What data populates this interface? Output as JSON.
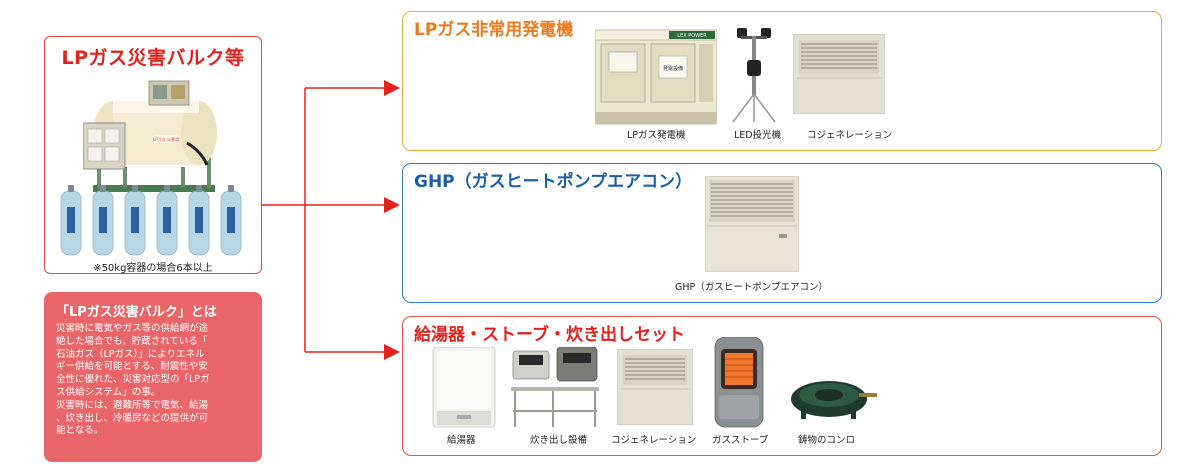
{
  "source": {
    "title": "LPガス災害バルク等",
    "caption": "※50kg容器の場合6本以上",
    "tank_plate_text": "LPガス 災害用"
  },
  "info": {
    "title": "「LPガス災害バルク」とは",
    "lines": [
      "災害時に電気やガス等の供給網が途",
      "絶した場合でも、貯蔵されている「",
      "石油ガス（LPガス）」によりエネル",
      "ギー供給を可能とする、耐震性や安",
      "全性に優れた、災害対応型の「LPガ",
      "ス供給システム」の事。",
      "災害時には、避難所等で電気、給湯",
      "、炊き出し、冷暖房などの提供が可",
      "能となる。"
    ]
  },
  "panels": [
    {
      "title": "LPガス非常用発電機",
      "items": [
        "LPガス発電機",
        "LED投光機",
        "コジェネレーション"
      ],
      "generator_brand": "LEX POWER",
      "generator_sign": "発電設備"
    },
    {
      "title": "GHP（ガスヒートポンプエアコン）",
      "items": [
        "GHP（ガスヒートポンプエアコン）"
      ]
    },
    {
      "title": "給湯器・ストーブ・炊き出しセット",
      "items": [
        "給湯器",
        "炊き出し設備",
        "コジェネレーション",
        "ガスストーブ",
        "鋳物のコンロ"
      ]
    }
  ],
  "colors": {
    "accent_red": "#e5211d",
    "panel1_border": "#f0a83a",
    "panel2_border": "#2f7fc1",
    "panel3_border": "#e5533d",
    "info_bg": "#e8666a"
  }
}
